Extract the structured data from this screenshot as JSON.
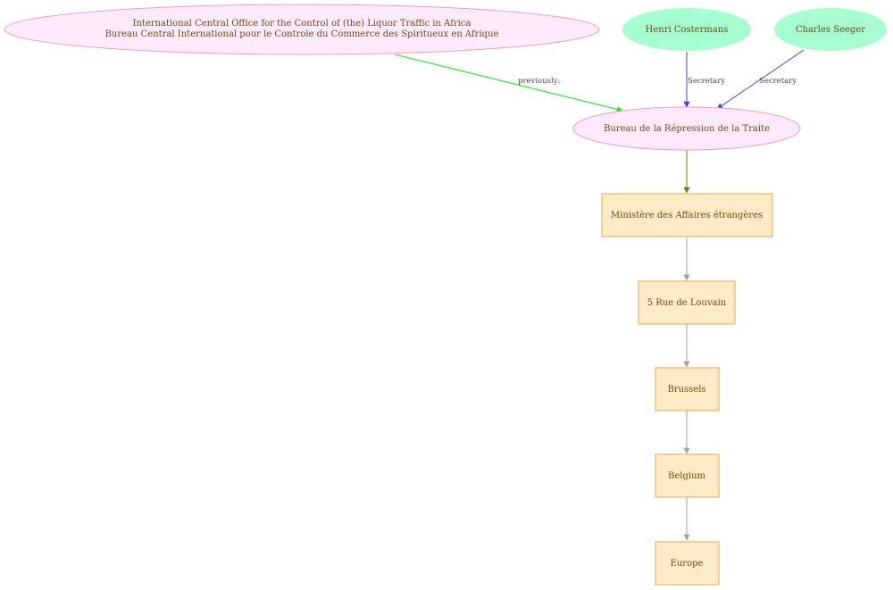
{
  "colors": {
    "org_fill": "#fdeafd",
    "org_stroke": "#e8a0a6",
    "person_fill": "#a6fdcf",
    "person_stroke": "#a6fdcf",
    "place_fill": "#fdebc6",
    "place_stroke": "#dba85f",
    "text": "#6b4a0f",
    "edge_previously": "#22dd22",
    "edge_secretary": "#4040dd",
    "edge_olive": "#7a7a00",
    "edge_gray": "#a0a0a0"
  },
  "nodes": {
    "liquor_office": {
      "line1": "International Central Office for the Control of (the) Liquor Traffic in Africa",
      "line2": "Bureau Central International pour le Controle du Commerce des Spiritueux en Afrique"
    },
    "costermans": {
      "label": "Henri Costermans"
    },
    "seeger": {
      "label": "Charles Seeger"
    },
    "bureau_traite": {
      "label": "Bureau de la Répression de la Traite"
    },
    "ministere": {
      "label": "Ministère des Affaires étrangères"
    },
    "rue_louvain": {
      "label": "5 Rue de Louvain"
    },
    "brussels": {
      "label": "Brussels"
    },
    "belgium": {
      "label": "Belgium"
    },
    "europe": {
      "label": "Europe"
    }
  },
  "edges": {
    "previously": "previously:",
    "secretary_costermans": "Secretary",
    "secretary_seeger": "Secretary"
  }
}
